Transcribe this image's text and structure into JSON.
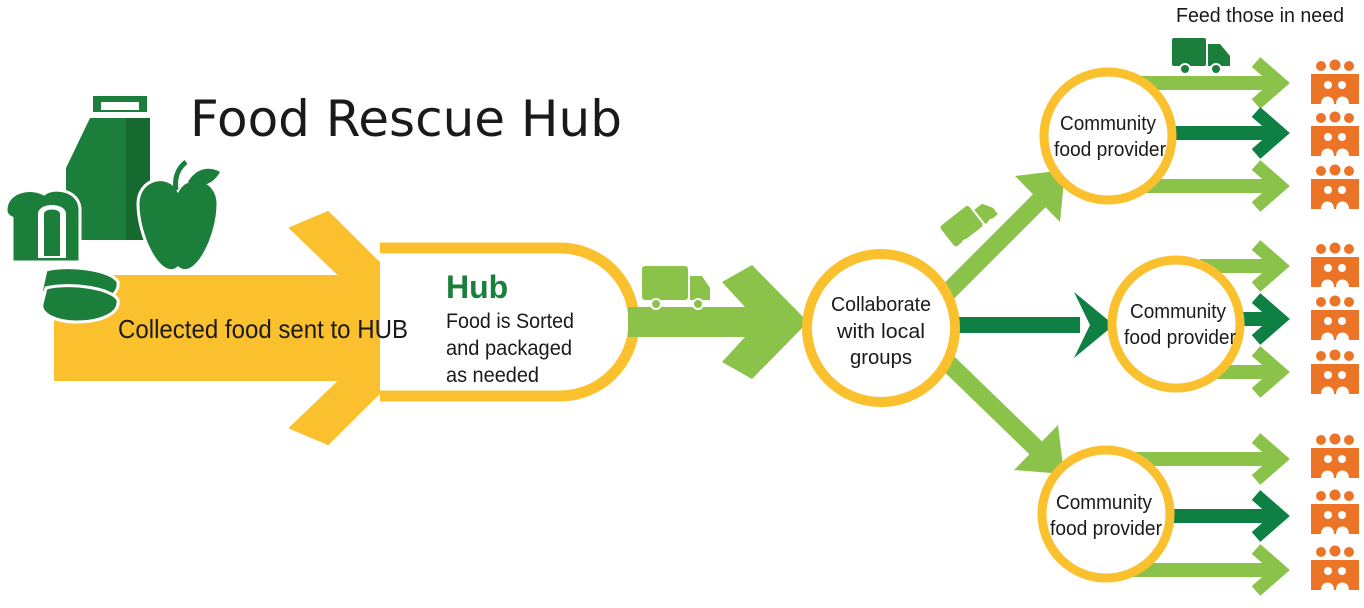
{
  "title": "Food Rescue Hub",
  "collected_label": "Collected food sent to HUB",
  "hub": {
    "heading": "Hub",
    "lines": [
      "Food is Sorted",
      "and packaged",
      "as needed"
    ]
  },
  "collaborate": {
    "lines": [
      "Collaborate",
      "with local",
      "groups"
    ]
  },
  "providers": [
    {
      "lines": [
        "Community",
        "food provider"
      ]
    },
    {
      "lines": [
        "Community",
        "food provider"
      ]
    },
    {
      "lines": [
        "Community",
        "food provider"
      ]
    }
  ],
  "feed_label": "Feed those in need",
  "colors": {
    "yellow": "#FBC02D",
    "green_light": "#8BC34A",
    "green_dark": "#0E8043",
    "green_icon": "#1B7F3B",
    "orange": "#EC7426",
    "text": "#1a1a1a"
  },
  "icons": {
    "food": "food-groceries-icon",
    "truck": "delivery-truck-icon",
    "people": "people-group-icon"
  }
}
